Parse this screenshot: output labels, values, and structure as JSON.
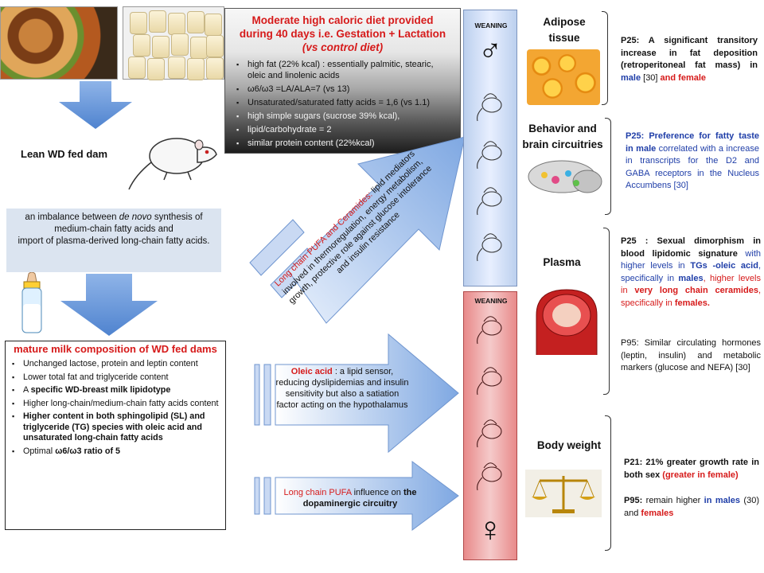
{
  "top_box": {
    "title_l1": "Moderate high caloric diet provided",
    "title_l2": "during 40 days i.e. Gestation + Lactation",
    "title_l3": "(vs control diet)",
    "items": [
      "high fat (22% kcal) : essentially palmitic, stearic, oleic and linolenic acids",
      "ω6/ω3 =LA/ALA=7   (vs 13)",
      "Unsaturated/saturated fatty acids = 1,6 (vs 1.1)",
      "high simple sugars (sucrose 39% kcal),",
      "lipid/carbohydrate = 2",
      "similar  protein content (22%kcal)"
    ]
  },
  "dam_label": "Lean WD fed dam",
  "imbalance": {
    "p1": "an imbalance between ",
    "p1_em": "de novo",
    "p1b": " synthesis of medium-chain fatty acids and",
    "p2": "import of plasma-derived long-chain fatty acids."
  },
  "milk": {
    "title": "mature milk composition of WD fed dams",
    "items": [
      {
        "pre": "Unchanged lactose, protein and leptin content",
        "b": "",
        "post": ""
      },
      {
        "pre": "Lower total fat and triglyceride content",
        "b": "",
        "post": ""
      },
      {
        "pre": "A ",
        "b": "specific WD-breast milk lipidotype",
        "post": ""
      },
      {
        "pre": "Higher long-chain/medium-chain fatty acids content",
        "b": "",
        "post": ""
      },
      {
        "pre": "",
        "b": "Higher content  in both sphingolipid  (SL)  and  triglyceride (TG)  species with oleic acid and unsaturated long-chain  fatty acids",
        "post": ""
      },
      {
        "pre": "Optimal ",
        "b": "ω6/ω3  ratio of 5",
        "post": ""
      }
    ]
  },
  "arrows": {
    "a1_red": "Long chain PUFA and Ceramides:",
    "a1_rest": "lipid mediators involved in thermoregulation, energy metabolism, growth, protective role against glucose intolerance and insulin resistance",
    "a2_red": "Oleic acid",
    "a2_rest": " : a lipid sensor, reducing dyslipidemias and insulin sensitivity but also a satiation factor acting on the hypothalamus",
    "a3_red": "Long chain PUFA",
    "a3_mid": "  influence on  ",
    "a3_bold": "the dopaminergic circuitry"
  },
  "columns": {
    "weaning_top": "WEANING",
    "weaning_bottom": "WEANING",
    "male_symbol": "♂",
    "female_symbol": "♀"
  },
  "sections": {
    "adipose": {
      "h1": "Adipose",
      "h2": "tissue",
      "t1": "P25: A significant transitory increase in fat deposition (retroperitoneal fat mass) in ",
      "t_male": "male",
      "t2": " [30] ",
      "t_and": "and female"
    },
    "behavior": {
      "h1": "Behavior and",
      "h2": "brain circuitries",
      "t1": "P25: Preference for fatty taste in male",
      "t2": " correlated with a increase in transcripts for the D2 and GABA receptors in the Nucleus Accumbens [30]"
    },
    "plasma": {
      "h": "Plasma",
      "p25_a": "P25 : Sexual dimorphism in blood lipidomic signature",
      "p25_b": " with higher levels in ",
      "p25_c": "TGs -oleic acid",
      "p25_d": ", specifically in ",
      "p25_e": "males",
      "p25_f": ", higher levels  in ",
      "p25_g": "very long chain ceramides",
      "p25_h": ",  specifically  in ",
      "p25_i": "females.",
      "p95": "P95: Similar circulating hormones (leptin, insulin) and metabolic markers (glucose and NEFA) [30]"
    },
    "body": {
      "h": "Body weight",
      "p21_a": "P21: 21% greater growth rate in both sex ",
      "p21_b": "(greater in female)",
      "p95_a": "P95:",
      "p95_b": " remain higher ",
      "p95_c": "in males",
      "p95_d": " (30) and ",
      "p95_e": "females"
    }
  },
  "colors": {
    "red": "#d61a1a",
    "blue": "#1f3ea8",
    "arrow_blue": "#5b8fd6"
  }
}
